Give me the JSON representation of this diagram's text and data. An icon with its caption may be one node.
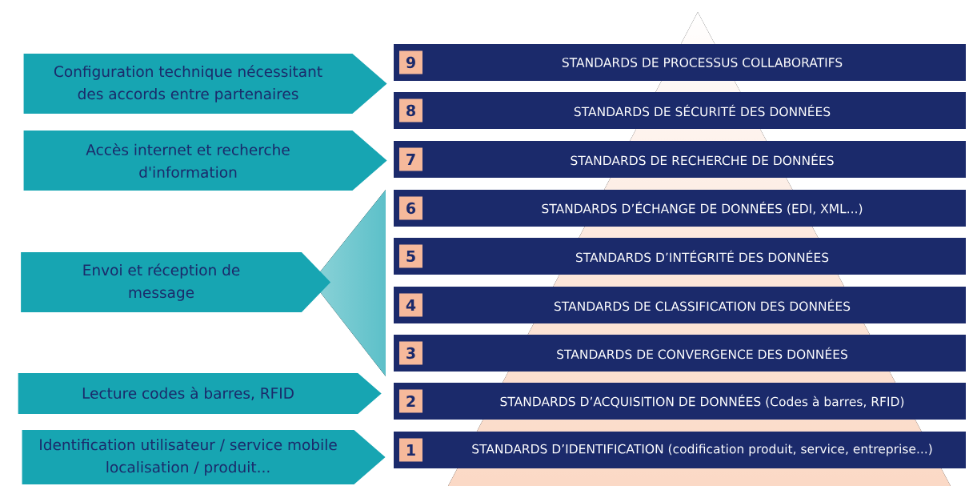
{
  "diagram": {
    "nodes": [
      {
        "text": [
          "Configuration technique nécessitant des accords entre partenaires"
        ]
      },
      {
        "text": [
          "Accès internet et recherche d'information"
        ]
      },
      {
        "text": [
          "Envoi et réception de message"
        ]
      },
      {
        "text": [
          "Lecture codes à barres, RFID"
        ]
      },
      {
        "text": [
          "Identification utilisateur / service mobile localisation / produit..."
        ]
      },
      {
        "text": [
          "STANDARDS DE PROCESSUS COLLABORATIFS"
        ]
      },
      {
        "text": [
          "9"
        ],
        "in": 5
      },
      {
        "text": [
          "STANDARDS DE SÉCURITÉ DES DONNÉES"
        ]
      },
      {
        "text": [
          "8"
        ],
        "in": 7
      },
      {
        "text": [
          "STANDARDS DE RECHERCHE DE DONNÉES"
        ]
      },
      {
        "text": [
          "7"
        ],
        "in": 9
      },
      {
        "text": [
          "STANDARDS D’ÉCHANGE DE DONNÉES (EDI, XML...)"
        ]
      },
      {
        "text": [
          "6"
        ],
        "in": 11
      },
      {
        "text": [
          "STANDARDS D’INTÉGRITÉ DES DONNÉES"
        ]
      },
      {
        "text": [
          "5"
        ],
        "in": 13
      },
      {
        "text": [
          "STANDARDS DE CLASSIFICATION DES DONNÉES"
        ]
      },
      {
        "text": [
          "4"
        ],
        "in": 15
      },
      {
        "text": [
          "STANDARDS DE CONVERGENCE DES DONNÉES"
        ]
      },
      {
        "text": [
          "3"
        ],
        "in": 17
      },
      {
        "text": [
          "STANDARDS D’ACQUISITION DE DONNÉES (Codes à barres, RFID)"
        ]
      },
      {
        "text": [
          "2"
        ],
        "in": 19
      },
      {
        "text": [
          "STANDARDS D’IDENTIFICATION (codification produit, service, entreprise...)"
        ]
      },
      {
        "text": [
          "1"
        ],
        "in": 21
      }
    ]
  }
}
